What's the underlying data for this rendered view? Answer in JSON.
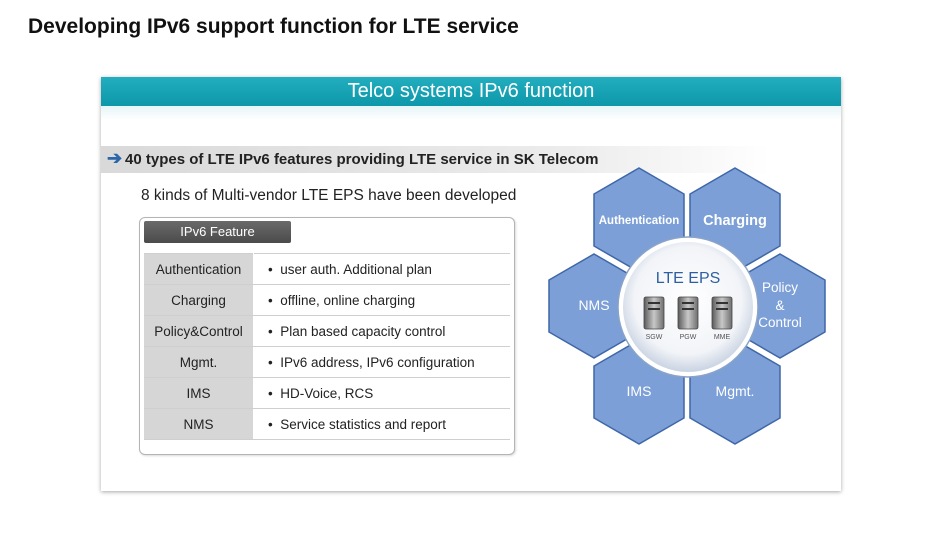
{
  "page": {
    "title": "Developing IPv6 support function for LTE service"
  },
  "panel": {
    "banner": "Telco systems IPv6 function",
    "headline": "40 types of LTE IPv6 features providing LTE service in SK Telecom",
    "subtitle": "8 kinds of Multi-vendor LTE EPS have been developed"
  },
  "features": {
    "label": "IPv6 Feature",
    "rows": [
      {
        "name": "Authentication",
        "desc": "user auth. Additional plan"
      },
      {
        "name": "Charging",
        "desc": "offline, online charging"
      },
      {
        "name": "Policy&Control",
        "desc": "Plan based capacity control"
      },
      {
        "name": "Mgmt.",
        "desc": "IPv6 address, IPv6 configuration"
      },
      {
        "name": "IMS",
        "desc": "HD-Voice, RCS"
      },
      {
        "name": "NMS",
        "desc": "Service statistics and report"
      }
    ]
  },
  "eps": {
    "center_title": "LTE EPS",
    "servers": [
      "SGW",
      "PGW",
      "MME"
    ],
    "hexagons": {
      "authentication": "Authentication",
      "charging": "Charging",
      "policy": [
        "Policy",
        "&",
        "Control"
      ],
      "nms": "NMS",
      "ims": "IMS",
      "mgmt": "Mgmt."
    },
    "colors": {
      "hex_fill": "#7b9fd6",
      "hex_stroke": "#3f67a8",
      "banner": "#12a2b4"
    }
  }
}
